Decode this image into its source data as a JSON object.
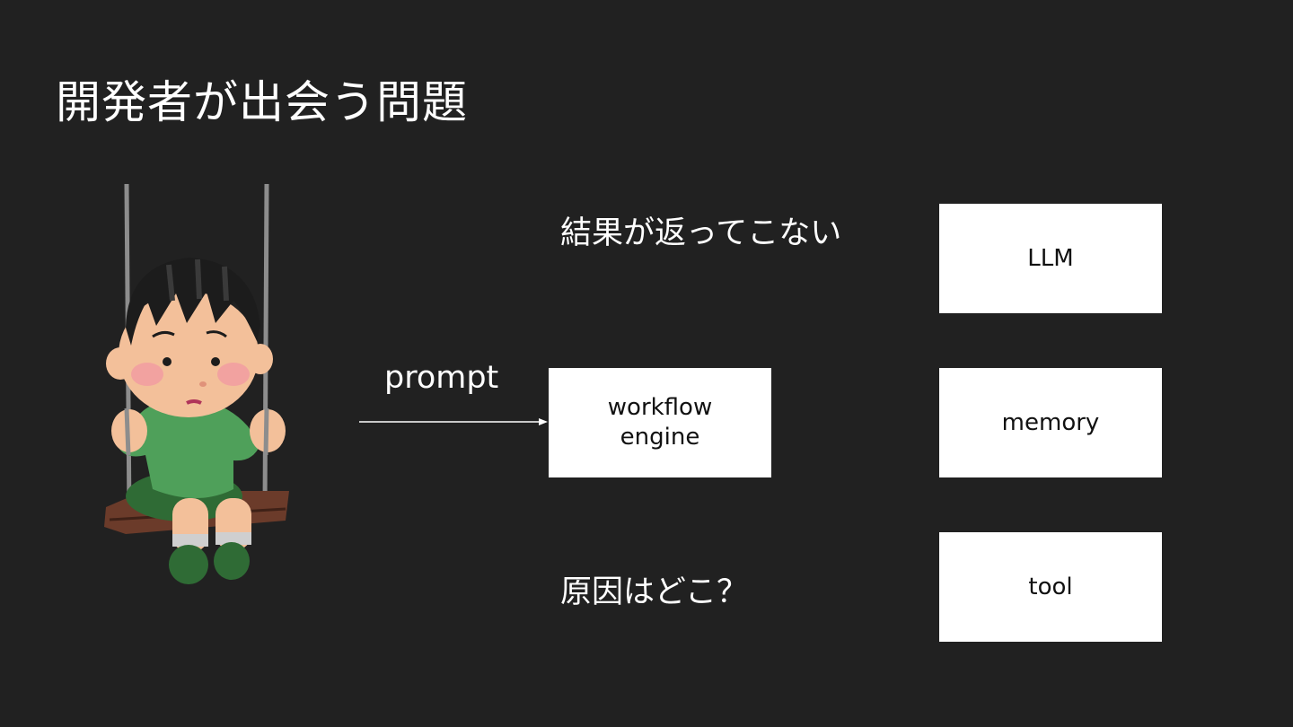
{
  "slide": {
    "title": "開発者が出会う問題",
    "note_no_result": "結果が返ってこない",
    "note_where_cause": "原因はどこ？",
    "prompt_label": "prompt"
  },
  "boxes": {
    "workflow_engine": "workflow\nengine",
    "llm": "LLM",
    "memory": "memory",
    "tool": "tool"
  },
  "illustration": {
    "subject": "boy-on-swing-icon"
  },
  "colors": {
    "background": "#212121",
    "text": "#ffffff",
    "box_fill": "#ffffff",
    "box_text": "#111111"
  }
}
